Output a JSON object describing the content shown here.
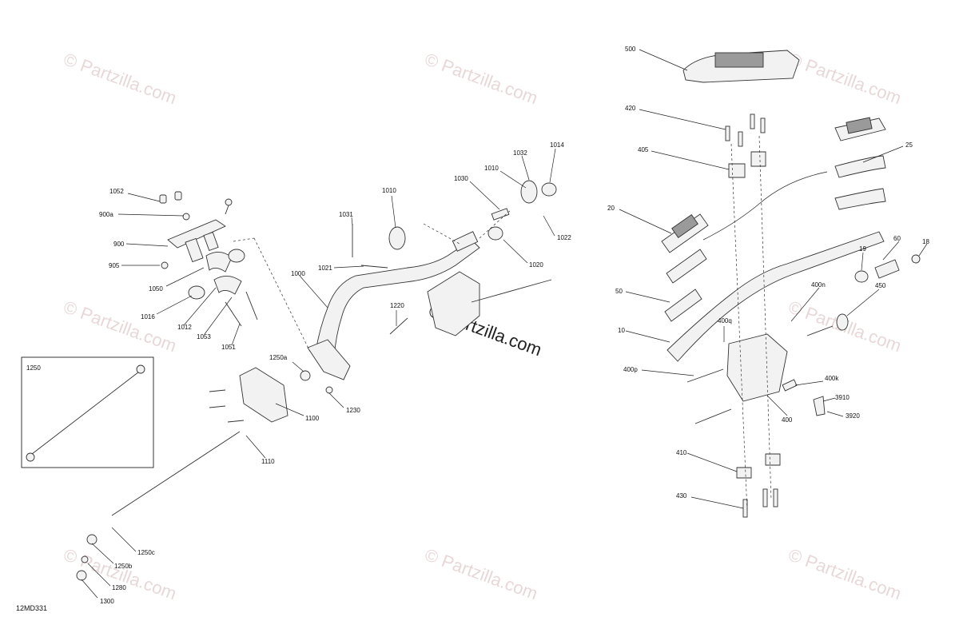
{
  "drawing_code": "12MD331",
  "watermark": "© Partzilla.com",
  "watermark_center": "© Partzilla.com",
  "inset_label": "1250",
  "labels": {
    "p1052": "1052",
    "p900a": "900a",
    "p900": "900",
    "p905": "905",
    "p1050": "1050",
    "p1016": "1016",
    "p1012": "1012",
    "p1053": "1053",
    "p1051": "1051",
    "p1031": "1031",
    "p1010a": "1010",
    "p1021": "1021",
    "p1000": "1000",
    "p1030": "1030",
    "p1010b": "1010",
    "p1032": "1032",
    "p1014": "1014",
    "p1022": "1022",
    "p1020": "1020",
    "p1220": "1220",
    "p1250a": "1250a",
    "p1230": "1230",
    "p1100": "1100",
    "p1110": "1110",
    "p1250c": "1250c",
    "p1250b": "1250b",
    "p1280": "1280",
    "p1300": "1300",
    "p500": "500",
    "p420": "420",
    "p405": "405",
    "p25": "25",
    "p20": "20",
    "p60": "60",
    "p18": "18",
    "p19": "19",
    "p450": "450",
    "p50": "50",
    "p400n": "400n",
    "p400q": "400q",
    "p10": "10",
    "p400p": "400p",
    "p400k": "400k",
    "p3910": "3910",
    "p3920": "3920",
    "p400": "400",
    "p410": "410",
    "p430": "430"
  }
}
